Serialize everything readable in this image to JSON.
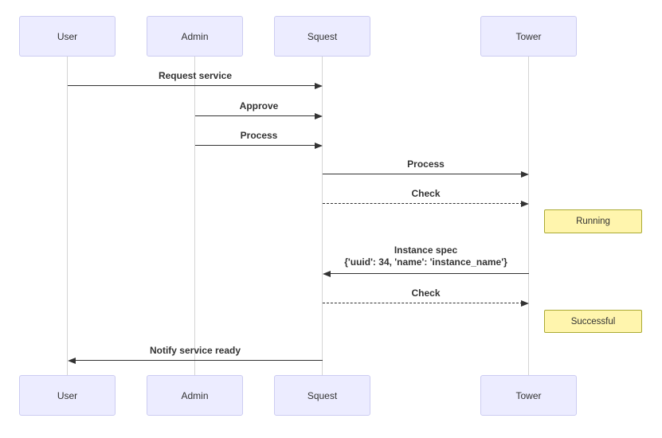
{
  "diagram": {
    "type": "sequence-diagram",
    "actors": [
      {
        "name": "User"
      },
      {
        "name": "Admin"
      },
      {
        "name": "Squest"
      },
      {
        "name": "Tower"
      }
    ],
    "messages": [
      {
        "from": "User",
        "to": "Squest",
        "label": "Request service",
        "style": "solid"
      },
      {
        "from": "Admin",
        "to": "Squest",
        "label": "Approve",
        "style": "solid"
      },
      {
        "from": "Admin",
        "to": "Squest",
        "label": "Process",
        "style": "solid"
      },
      {
        "from": "Squest",
        "to": "Tower",
        "label": "Process",
        "style": "solid"
      },
      {
        "from": "Squest",
        "to": "Tower",
        "label": "Check",
        "style": "dashed"
      },
      {
        "from": "Tower",
        "to": "Squest",
        "label": "Instance spec\n{'uuid': 34, 'name': 'instance_name'}",
        "style": "solid"
      },
      {
        "from": "Squest",
        "to": "Tower",
        "label": "Check",
        "style": "dashed"
      },
      {
        "from": "Squest",
        "to": "User",
        "label": "Notify service ready",
        "style": "solid"
      }
    ],
    "notes": [
      {
        "text": "Running",
        "position": "right of Tower"
      },
      {
        "text": "Successful",
        "position": "right of Tower"
      }
    ],
    "colors": {
      "background": "#ffffff",
      "actor_fill": "#ececff",
      "actor_border": "#ccccf2",
      "note_fill": "#fff5ad",
      "note_border": "#aaaa33",
      "line": "#333333",
      "lifeline": "#d4d4d4",
      "text": "#333333"
    }
  }
}
